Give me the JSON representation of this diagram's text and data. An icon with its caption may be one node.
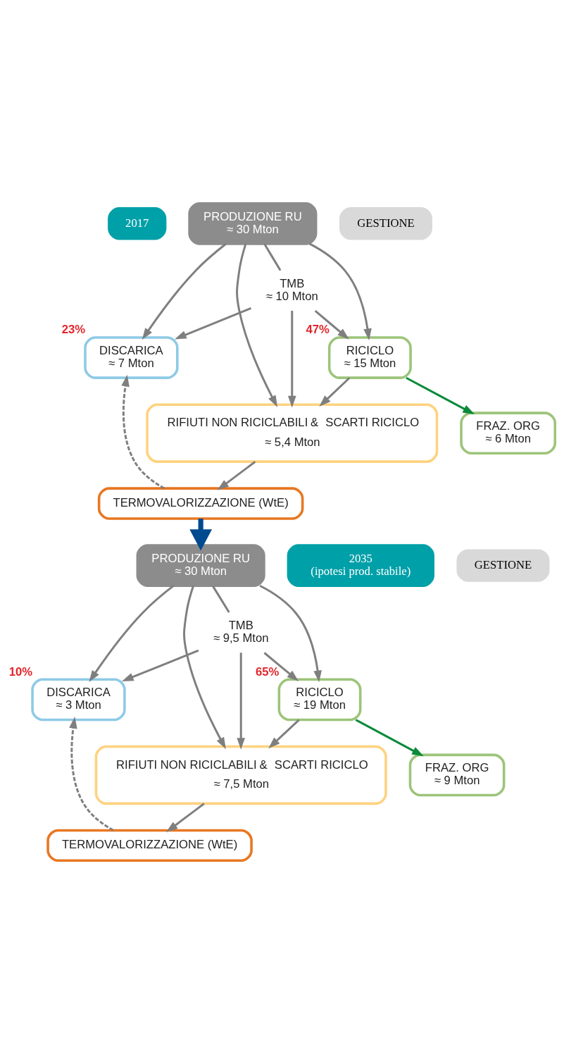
{
  "diagram": {
    "nodes": [
      {
        "text": [
          "2017"
        ]
      },
      {
        "text": [
          "PRODUZIONE RU",
          "≈ 30 Mton"
        ]
      },
      {
        "text": [
          "GESTIONE"
        ]
      },
      {
        "text": [
          "TMB",
          "≈ 10 Mton"
        ]
      },
      {
        "text": [
          "DISCARICA",
          "≈ 7 Mton"
        ],
        "beside": [
          "23%"
        ]
      },
      {
        "text": [
          "RICICLO",
          "≈ 15 Mton"
        ],
        "beside": [
          "47%"
        ]
      },
      {
        "text": [
          "RIFIUTI NON RICICLABILI",
          "&",
          "SCARTI RICICLO",
          "≈ 5,4 Mton"
        ]
      },
      {
        "text": [
          "FRAZ. ORG",
          "≈ 6 Mton"
        ]
      },
      {
        "text": [
          "TERMOVALORIZZAZIONE (WtE)"
        ]
      },
      {
        "text": [
          "2035",
          "(ipotesi prod. stabile)"
        ]
      },
      {
        "text": [
          "PRODUZIONE RU",
          "≈ 30 Mton"
        ]
      },
      {
        "text": [
          "GESTIONE"
        ]
      },
      {
        "text": [
          "TMB",
          "≈ 9,5 Mton"
        ]
      },
      {
        "text": [
          "DISCARICA",
          "≈ 3 Mton"
        ],
        "beside": [
          "10%"
        ]
      },
      {
        "text": [
          "RICICLO",
          "≈ 19 Mton"
        ],
        "beside": [
          "65%"
        ]
      },
      {
        "text": [
          "RIFIUTI NON RICICLABILI",
          "&",
          "SCARTI RICICLO",
          "≈ 7,5 Mton"
        ]
      },
      {
        "text": [
          "FRAZ. ORG",
          "≈ 9 Mton"
        ]
      },
      {
        "text": [
          "TERMOVALORIZZAZIONE (WtE)"
        ]
      }
    ],
    "edges": [
      {
        "from": 1,
        "to": 4,
        "arrow": "to"
      },
      {
        "from": 1,
        "to": 6,
        "arrow": "to"
      },
      {
        "from": 1,
        "to": 3,
        "arrow": "none"
      },
      {
        "from": 1,
        "to": 5,
        "arrow": "to"
      },
      {
        "from": 3,
        "to": 4,
        "arrow": "to"
      },
      {
        "from": 3,
        "to": 6,
        "arrow": "to"
      },
      {
        "from": 3,
        "to": 5,
        "arrow": "to"
      },
      {
        "from": 5,
        "to": 6,
        "arrow": "to"
      },
      {
        "from": 5,
        "to": 7,
        "arrow": "to",
        "color": "#0a8a3a"
      },
      {
        "from": 6,
        "to": 8,
        "arrow": "to"
      },
      {
        "from": 8,
        "to": 4,
        "arrow": "to",
        "style": "dashed"
      },
      {
        "from": 8,
        "to": 10,
        "arrow": "to",
        "style": "thick",
        "color": "#004a8f"
      },
      {
        "from": 10,
        "to": 13,
        "arrow": "to"
      },
      {
        "from": 10,
        "to": 15,
        "arrow": "to"
      },
      {
        "from": 10,
        "to": 12,
        "arrow": "none"
      },
      {
        "from": 10,
        "to": 14,
        "arrow": "to"
      },
      {
        "from": 12,
        "to": 13,
        "arrow": "to"
      },
      {
        "from": 12,
        "to": 15,
        "arrow": "to"
      },
      {
        "from": 12,
        "to": 14,
        "arrow": "to"
      },
      {
        "from": 14,
        "to": 15,
        "arrow": "to"
      },
      {
        "from": 14,
        "to": 16,
        "arrow": "to",
        "color": "#0a8a3a"
      },
      {
        "from": 15,
        "to": 17,
        "arrow": "to"
      },
      {
        "from": 17,
        "to": 13,
        "arrow": "to",
        "style": "dashed"
      }
    ]
  }
}
